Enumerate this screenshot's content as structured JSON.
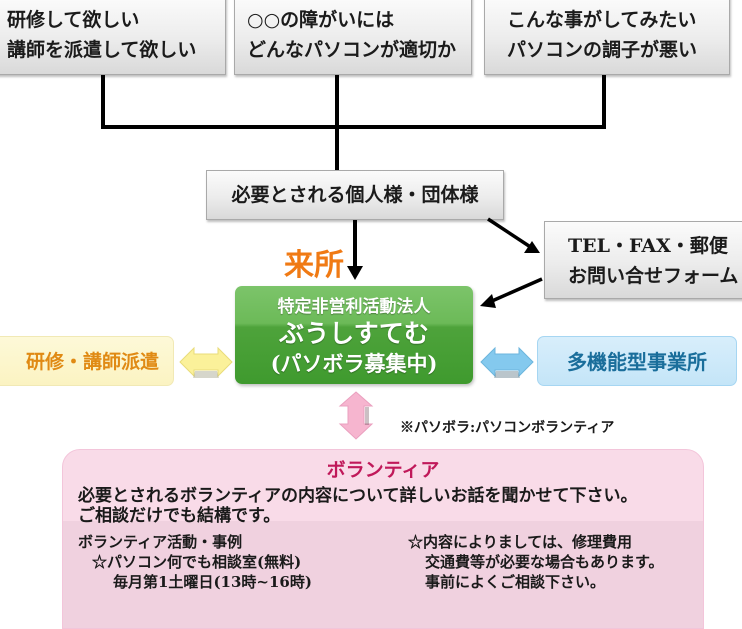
{
  "top_boxes": [
    {
      "lines": [
        "研修して欲しい",
        "講師を派遣して欲しい"
      ]
    },
    {
      "lines": [
        "○○の障がいには",
        "どんなパソコンが適切か"
      ]
    },
    {
      "lines": [
        "こんな事がしてみたい",
        "パソコンの調子が悪い"
      ]
    }
  ],
  "middle_box": {
    "label": "必要とされる個人様・団体様"
  },
  "contact_box": {
    "lines": [
      "TEL・FAX・郵便",
      "お問い合せフォーム"
    ]
  },
  "visit_label": "来所",
  "center_org": {
    "type": "特定非営利活動法人",
    "name": "ぶうしすてむ",
    "note": "(パソボラ募集中)"
  },
  "left_service": {
    "label": "研修・講師派遣"
  },
  "right_service": {
    "label": "多機能型事業所"
  },
  "footnote": "※パソボラ:パソコンボランティア",
  "volunteer": {
    "title": "ボランティア",
    "intro": [
      "必要とされるボランティアの内容について詳しいお話を聞かせて下さい。",
      "ご相談だけでも結構です。"
    ],
    "activities": {
      "heading": "ボランティア活動・事例",
      "items": [
        "☆パソコン何でも相談室(無料)",
        "毎月第1土曜日(13時~16時)"
      ]
    },
    "notes": [
      "☆内容によりましては、修理費用",
      "交通費等が必要な場合もあります。",
      "事前によくご相談下さい。"
    ]
  },
  "colors": {
    "visit_orange": "#f07a14",
    "green": "#4ea33b",
    "yellow_text": "#e08a14",
    "blue_text": "#1a6e9b",
    "pink_title": "#c0195a",
    "arrow_yellow": "#fbf19a",
    "arrow_blue": "#84c9ee",
    "arrow_pink": "#f6b5cf"
  }
}
